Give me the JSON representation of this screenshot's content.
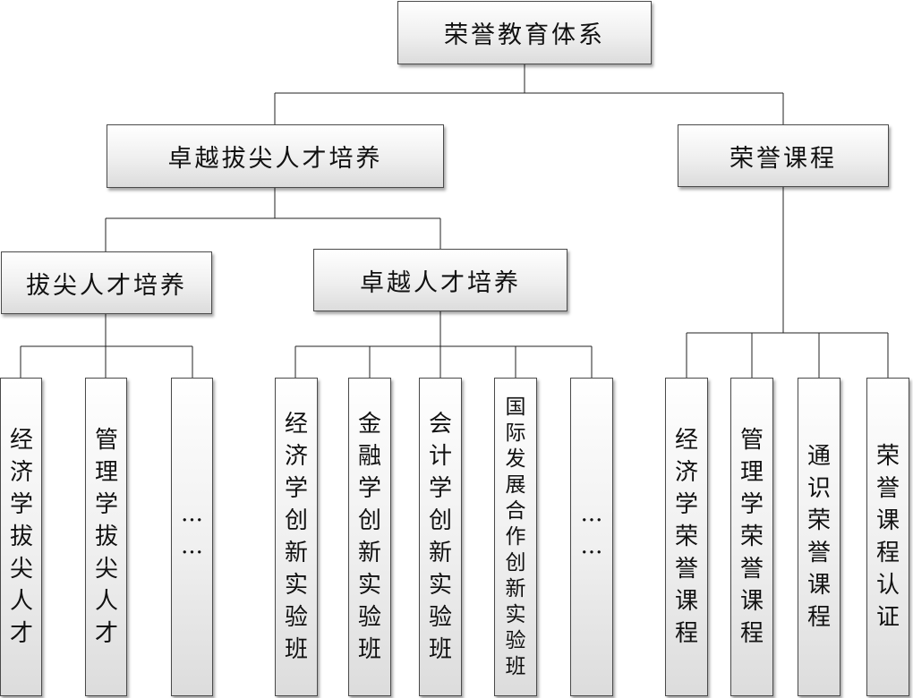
{
  "root": {
    "label": "荣誉教育体系"
  },
  "branch_excellence": {
    "label": "卓越拔尖人才培养"
  },
  "branch_courses": {
    "label": "荣誉课程"
  },
  "top_talent": {
    "label": "拔尖人才培养",
    "children": [
      "经济学拔尖人才",
      "管理学拔尖人才",
      "······"
    ]
  },
  "excellent_talent": {
    "label": "卓越人才培养",
    "children": [
      "经济学创新实验班",
      "金融学创新实验班",
      "会计学创新实验班",
      "国际发展合作创新实验班",
      "······"
    ]
  },
  "honor_courses": {
    "children": [
      "经济学荣誉课程",
      "管理学荣誉课程",
      "通识荣誉课程",
      "荣誉课程认证"
    ]
  }
}
